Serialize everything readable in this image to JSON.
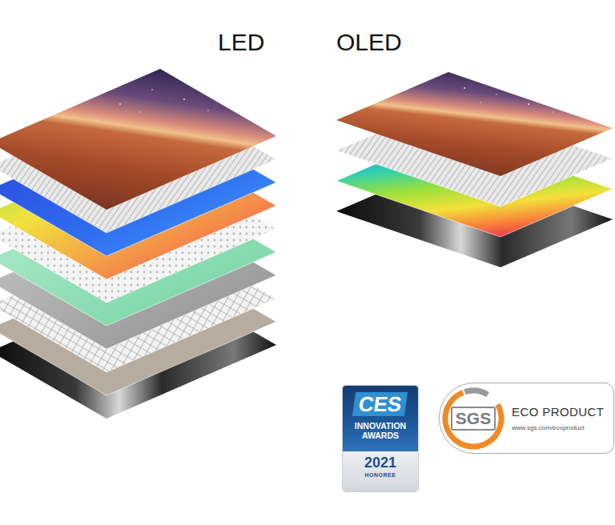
{
  "diagram": {
    "nodes": [
      {
        "text": [
          "CES",
          "INNOVATION AWARDS",
          "2021",
          "HONOREE"
        ]
      },
      {
        "text": [
          "SGS",
          "ECO PRODUCT",
          "www.sgs.com/ecoproduct"
        ]
      }
    ],
    "labels": [
      "LED",
      "OLED"
    ]
  }
}
